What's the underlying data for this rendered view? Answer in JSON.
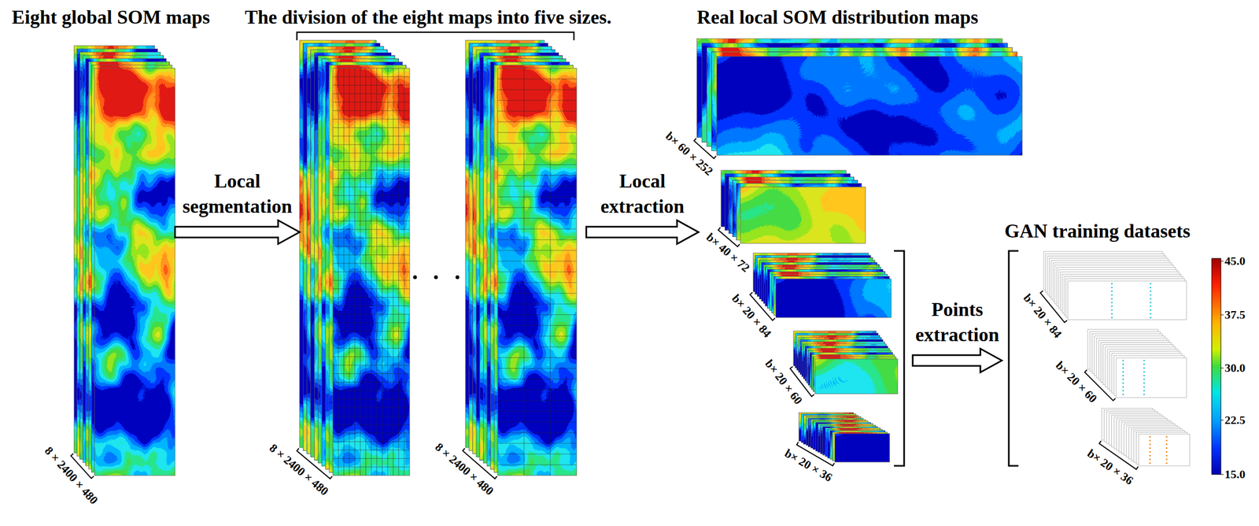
{
  "diagram": {
    "nodes": [
      {
        "text": [
          "Eight global SOM maps",
          "8 × 2400 × 480"
        ]
      },
      {
        "text": [
          "The division of the eight maps into five sizes.",
          "8 × 2400 × 480",
          "8 × 2400 × 480"
        ]
      },
      {
        "text": [
          "Real local SOM distribution maps",
          "b× 60 × 252",
          "b× 40 × 72",
          "b× 20 × 84",
          "b× 20 × 60",
          "b× 20 × 36"
        ]
      },
      {
        "text": [
          "GAN training datasets",
          "b× 20 × 84",
          "b× 20 × 60",
          "b× 20 × 36"
        ]
      }
    ],
    "edges": [
      {
        "from": 0,
        "to": 1,
        "arrow": "to",
        "label": "Local segmentation"
      },
      {
        "from": 1,
        "to": 2,
        "arrow": "to",
        "label": "Local extraction"
      },
      {
        "from": 2,
        "to": 3,
        "arrow": "to",
        "label": "Points extraction"
      }
    ],
    "labels": [
      "45.0",
      "37.5",
      "30.0",
      "22.5",
      "15.0"
    ]
  }
}
